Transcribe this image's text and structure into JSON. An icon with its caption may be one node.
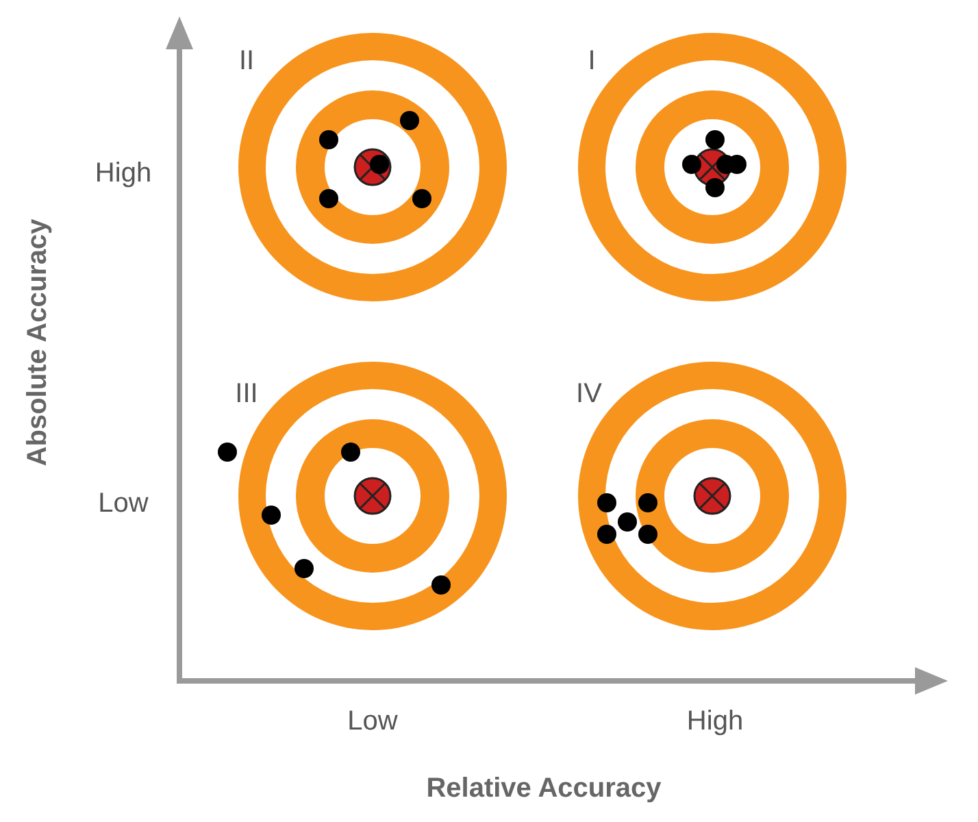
{
  "diagram": {
    "labels": [
      "II",
      "I",
      "High",
      "III",
      "IV",
      "Low",
      "Low",
      "High",
      "Relative Accuracy",
      "Absolute Accuracy"
    ]
  }
}
